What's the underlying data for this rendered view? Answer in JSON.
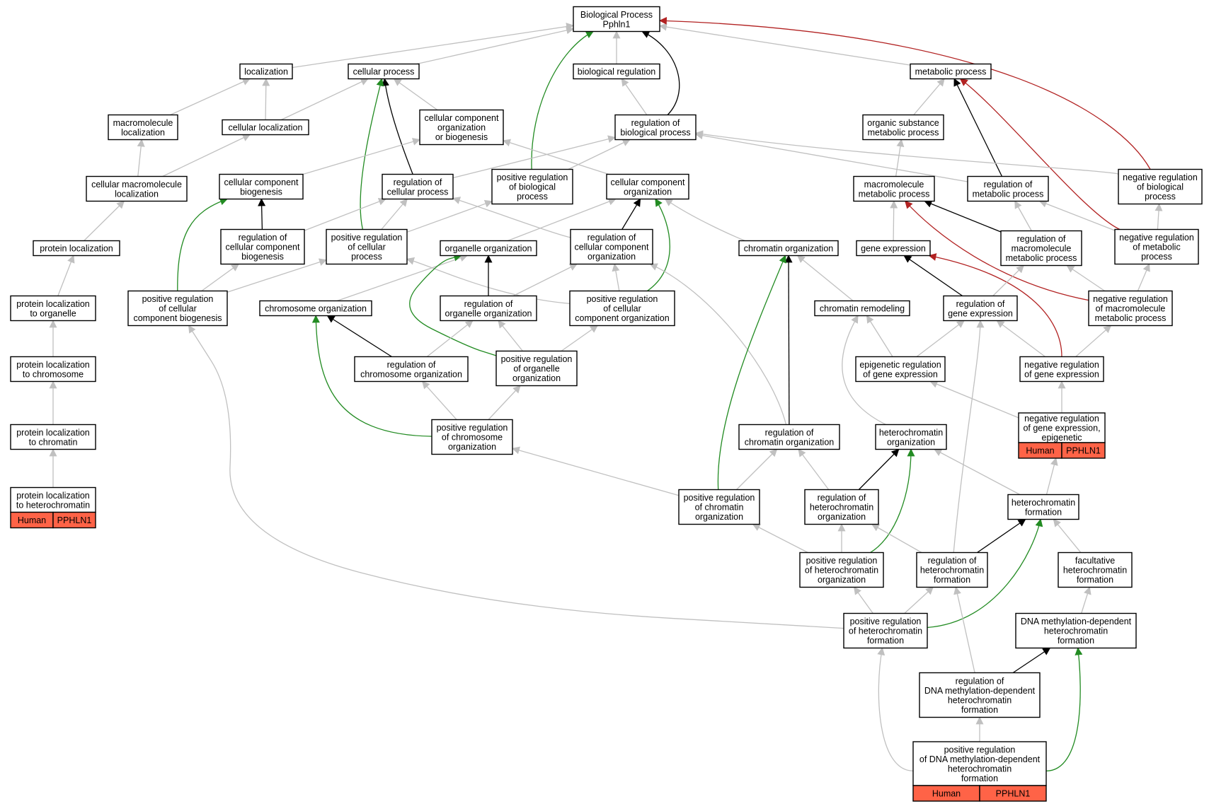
{
  "colors": {
    "is_a": "#c0c0c0",
    "regulates": "#000000",
    "positively_regulates": "#228b22",
    "negatively_regulates": "#b22222",
    "annotation": "#ff6347"
  },
  "nodes": {
    "bp": {
      "lines": [
        "Biological Process",
        "Pphln1"
      ]
    },
    "loc": {
      "lines": [
        "localization"
      ]
    },
    "cp": {
      "lines": [
        "cellular process"
      ]
    },
    "br": {
      "lines": [
        "biological regulation"
      ]
    },
    "mp": {
      "lines": [
        "metabolic process"
      ]
    },
    "mloc": {
      "lines": [
        "macromolecule",
        "localization"
      ]
    },
    "cloc": {
      "lines": [
        "cellular localization"
      ]
    },
    "ccob": {
      "lines": [
        "cellular component",
        "organization",
        "or biogenesis"
      ]
    },
    "rbp": {
      "lines": [
        "regulation of",
        "biological process"
      ]
    },
    "osmp": {
      "lines": [
        "organic substance",
        "metabolic process"
      ]
    },
    "cmloc": {
      "lines": [
        "cellular macromolecule",
        "localization"
      ]
    },
    "ccb": {
      "lines": [
        "cellular component",
        "biogenesis"
      ]
    },
    "rcp": {
      "lines": [
        "regulation of",
        "cellular process"
      ]
    },
    "prbp": {
      "lines": [
        "positive regulation",
        "of biological",
        "process"
      ]
    },
    "cco": {
      "lines": [
        "cellular component",
        "organization"
      ]
    },
    "mmp": {
      "lines": [
        "macromolecule",
        "metabolic process"
      ]
    },
    "rmp": {
      "lines": [
        "regulation of",
        "metabolic process"
      ]
    },
    "nrbp": {
      "lines": [
        "negative regulation",
        "of biological",
        "process"
      ]
    },
    "ploc": {
      "lines": [
        "protein localization"
      ]
    },
    "rccb": {
      "lines": [
        "regulation of",
        "cellular component",
        "biogenesis"
      ]
    },
    "prcp": {
      "lines": [
        "positive regulation",
        "of cellular",
        "process"
      ]
    },
    "oo": {
      "lines": [
        "organelle organization"
      ]
    },
    "rcco": {
      "lines": [
        "regulation of",
        "cellular component",
        "organization"
      ]
    },
    "co": {
      "lines": [
        "chromatin organization"
      ]
    },
    "ge": {
      "lines": [
        "gene expression"
      ]
    },
    "rmmp": {
      "lines": [
        "regulation of",
        "macromolecule",
        "metabolic process"
      ]
    },
    "nrmp": {
      "lines": [
        "negative regulation",
        "of metabolic",
        "process"
      ]
    },
    "plorg": {
      "lines": [
        "protein localization",
        "to organelle"
      ]
    },
    "prccb": {
      "lines": [
        "positive regulation",
        "of cellular",
        "component biogenesis"
      ]
    },
    "chro": {
      "lines": [
        "chromosome organization"
      ]
    },
    "roo": {
      "lines": [
        "regulation of",
        "organelle organization"
      ]
    },
    "prcco": {
      "lines": [
        "positive regulation",
        "of cellular",
        "component organization"
      ]
    },
    "cr": {
      "lines": [
        "chromatin remodeling"
      ]
    },
    "rge": {
      "lines": [
        "regulation of",
        "gene expression"
      ]
    },
    "nrmmp": {
      "lines": [
        "negative regulation",
        "of macromolecule",
        "metabolic process"
      ]
    },
    "plchr": {
      "lines": [
        "protein localization",
        "to chromosome"
      ]
    },
    "rchro": {
      "lines": [
        "regulation of",
        "chromosome organization"
      ]
    },
    "proo": {
      "lines": [
        "positive regulation",
        "of organelle",
        "organization"
      ]
    },
    "erge": {
      "lines": [
        "epigenetic regulation",
        "of gene expression"
      ]
    },
    "nrge": {
      "lines": [
        "negative regulation",
        "of gene expression"
      ]
    },
    "nrgee": {
      "lines": [
        "negative regulation",
        "of gene expression,",
        "epigenetic"
      ],
      "tags": [
        "Human",
        "PPHLN1"
      ]
    },
    "plchrom": {
      "lines": [
        "protein localization",
        "to chromatin"
      ]
    },
    "prchro": {
      "lines": [
        "positive regulation",
        "of chromosome",
        "organization"
      ]
    },
    "rco": {
      "lines": [
        "regulation of",
        "chromatin organization"
      ]
    },
    "ho": {
      "lines": [
        "heterochromatin",
        "organization"
      ]
    },
    "plhet": {
      "lines": [
        "protein localization",
        "to heterochromatin"
      ],
      "tags": [
        "Human",
        "PPHLN1"
      ]
    },
    "prco": {
      "lines": [
        "positive regulation",
        "of chromatin",
        "organization"
      ]
    },
    "rho": {
      "lines": [
        "regulation of",
        "heterochromatin",
        "organization"
      ]
    },
    "hf": {
      "lines": [
        "heterochromatin",
        "formation"
      ]
    },
    "prho": {
      "lines": [
        "positive regulation",
        "of heterochromatin",
        "organization"
      ]
    },
    "rhf": {
      "lines": [
        "regulation of",
        "heterochromatin",
        "formation"
      ]
    },
    "fhf": {
      "lines": [
        "facultative",
        "heterochromatin",
        "formation"
      ]
    },
    "prhf": {
      "lines": [
        "positive regulation",
        "of heterochromatin",
        "formation"
      ]
    },
    "dmhf": {
      "lines": [
        "DNA methylation-dependent",
        "heterochromatin",
        "formation"
      ]
    },
    "rdmhf": {
      "lines": [
        "regulation of",
        "DNA methylation-dependent",
        "heterochromatin",
        "formation"
      ]
    },
    "prdmhf": {
      "lines": [
        "positive regulation",
        "of DNA methylation-dependent",
        "heterochromatin",
        "formation"
      ],
      "tags": [
        "Human",
        "PPHLN1"
      ]
    }
  },
  "edges": [
    {
      "from": "loc",
      "to": "bp",
      "type": "is_a"
    },
    {
      "from": "cp",
      "to": "bp",
      "type": "is_a"
    },
    {
      "from": "br",
      "to": "bp",
      "type": "is_a"
    },
    {
      "from": "mp",
      "to": "bp",
      "type": "is_a"
    },
    {
      "from": "rbp",
      "to": "bp",
      "type": "regulates"
    },
    {
      "from": "prbp",
      "to": "bp",
      "type": "positively_regulates"
    },
    {
      "from": "nrbp",
      "to": "bp",
      "type": "negatively_regulates"
    },
    {
      "from": "mloc",
      "to": "loc",
      "type": "is_a"
    },
    {
      "from": "cloc",
      "to": "loc",
      "type": "is_a"
    },
    {
      "from": "cloc",
      "to": "cp",
      "type": "is_a"
    },
    {
      "from": "ccob",
      "to": "cp",
      "type": "is_a"
    },
    {
      "from": "rcp",
      "to": "cp",
      "type": "regulates"
    },
    {
      "from": "prcp",
      "to": "cp",
      "type": "positively_regulates"
    },
    {
      "from": "rbp",
      "to": "br",
      "type": "is_a"
    },
    {
      "from": "osmp",
      "to": "mp",
      "type": "is_a"
    },
    {
      "from": "rmp",
      "to": "mp",
      "type": "regulates"
    },
    {
      "from": "nrmp",
      "to": "mp",
      "type": "negatively_regulates"
    },
    {
      "from": "cmloc",
      "to": "mloc",
      "type": "is_a"
    },
    {
      "from": "cmloc",
      "to": "cloc",
      "type": "is_a"
    },
    {
      "from": "ccb",
      "to": "ccob",
      "type": "is_a"
    },
    {
      "from": "cco",
      "to": "ccob",
      "type": "is_a"
    },
    {
      "from": "rcp",
      "to": "rbp",
      "type": "is_a"
    },
    {
      "from": "prbp",
      "to": "rbp",
      "type": "is_a"
    },
    {
      "from": "rmp",
      "to": "rbp",
      "type": "is_a"
    },
    {
      "from": "nrbp",
      "to": "rbp",
      "type": "is_a"
    },
    {
      "from": "mmp",
      "to": "osmp",
      "type": "is_a"
    },
    {
      "from": "ploc",
      "to": "cmloc",
      "type": "is_a"
    },
    {
      "from": "rccb",
      "to": "ccb",
      "type": "regulates"
    },
    {
      "from": "prccb",
      "to": "ccb",
      "type": "positively_regulates"
    },
    {
      "from": "rccb",
      "to": "rcp",
      "type": "is_a"
    },
    {
      "from": "prcp",
      "to": "rcp",
      "type": "is_a"
    },
    {
      "from": "rcco",
      "to": "rcp",
      "type": "is_a"
    },
    {
      "from": "prcp",
      "to": "prbp",
      "type": "is_a"
    },
    {
      "from": "oo",
      "to": "cco",
      "type": "is_a"
    },
    {
      "from": "rcco",
      "to": "cco",
      "type": "regulates"
    },
    {
      "from": "prcco",
      "to": "cco",
      "type": "positively_regulates"
    },
    {
      "from": "co",
      "to": "cco",
      "type": "is_a"
    },
    {
      "from": "ge",
      "to": "mmp",
      "type": "is_a"
    },
    {
      "from": "rmmp",
      "to": "mmp",
      "type": "regulates"
    },
    {
      "from": "nrmmp",
      "to": "mmp",
      "type": "negatively_regulates"
    },
    {
      "from": "rmmp",
      "to": "rmp",
      "type": "is_a"
    },
    {
      "from": "nrmp",
      "to": "rmp",
      "type": "is_a"
    },
    {
      "from": "nrmp",
      "to": "nrbp",
      "type": "is_a"
    },
    {
      "from": "plorg",
      "to": "ploc",
      "type": "is_a"
    },
    {
      "from": "prccb",
      "to": "rccb",
      "type": "is_a"
    },
    {
      "from": "prccb",
      "to": "prcp",
      "type": "is_a"
    },
    {
      "from": "prcco",
      "to": "prcp",
      "type": "is_a"
    },
    {
      "from": "chro",
      "to": "oo",
      "type": "is_a"
    },
    {
      "from": "roo",
      "to": "oo",
      "type": "regulates"
    },
    {
      "from": "proo",
      "to": "oo",
      "type": "positively_regulates"
    },
    {
      "from": "roo",
      "to": "rcco",
      "type": "is_a"
    },
    {
      "from": "prcco",
      "to": "rcco",
      "type": "is_a"
    },
    {
      "from": "rco",
      "to": "rcco",
      "type": "is_a"
    },
    {
      "from": "cr",
      "to": "co",
      "type": "is_a"
    },
    {
      "from": "rco",
      "to": "co",
      "type": "regulates"
    },
    {
      "from": "prco",
      "to": "co",
      "type": "positively_regulates"
    },
    {
      "from": "rge",
      "to": "ge",
      "type": "regulates"
    },
    {
      "from": "nrge",
      "to": "ge",
      "type": "negatively_regulates"
    },
    {
      "from": "rge",
      "to": "rmmp",
      "type": "is_a"
    },
    {
      "from": "nrmmp",
      "to": "rmmp",
      "type": "is_a"
    },
    {
      "from": "nrmmp",
      "to": "nrmp",
      "type": "is_a"
    },
    {
      "from": "plchr",
      "to": "plorg",
      "type": "is_a"
    },
    {
      "from": "prhf",
      "to": "prccb",
      "type": "is_a"
    },
    {
      "from": "rchro",
      "to": "chro",
      "type": "regulates"
    },
    {
      "from": "prchro",
      "to": "chro",
      "type": "positively_regulates"
    },
    {
      "from": "proo",
      "to": "roo",
      "type": "is_a"
    },
    {
      "from": "rchro",
      "to": "roo",
      "type": "is_a"
    },
    {
      "from": "proo",
      "to": "prcco",
      "type": "is_a"
    },
    {
      "from": "ho",
      "to": "cr",
      "type": "is_a"
    },
    {
      "from": "erge",
      "to": "cr",
      "type": "is_a"
    },
    {
      "from": "erge",
      "to": "rge",
      "type": "is_a"
    },
    {
      "from": "nrge",
      "to": "rge",
      "type": "is_a"
    },
    {
      "from": "rhf",
      "to": "rge",
      "type": "is_a"
    },
    {
      "from": "nrge",
      "to": "nrmmp",
      "type": "is_a"
    },
    {
      "from": "plchrom",
      "to": "plchr",
      "type": "is_a"
    },
    {
      "from": "prchro",
      "to": "rchro",
      "type": "is_a"
    },
    {
      "from": "prchro",
      "to": "proo",
      "type": "is_a"
    },
    {
      "from": "nrgee",
      "to": "erge",
      "type": "is_a"
    },
    {
      "from": "nrgee",
      "to": "nrge",
      "type": "is_a"
    },
    {
      "from": "plhet",
      "to": "plchrom",
      "type": "is_a"
    },
    {
      "from": "prco",
      "to": "prchro",
      "type": "is_a"
    },
    {
      "from": "prco",
      "to": "rco",
      "type": "is_a"
    },
    {
      "from": "rho",
      "to": "rco",
      "type": "is_a"
    },
    {
      "from": "rho",
      "to": "ho",
      "type": "regulates"
    },
    {
      "from": "prho",
      "to": "ho",
      "type": "positively_regulates"
    },
    {
      "from": "hf",
      "to": "ho",
      "type": "is_a"
    },
    {
      "from": "hf",
      "to": "nrgee",
      "type": "is_a"
    },
    {
      "from": "prho",
      "to": "prco",
      "type": "is_a"
    },
    {
      "from": "prho",
      "to": "rho",
      "type": "is_a"
    },
    {
      "from": "rhf",
      "to": "rho",
      "type": "is_a"
    },
    {
      "from": "rhf",
      "to": "hf",
      "type": "regulates"
    },
    {
      "from": "prhf",
      "to": "hf",
      "type": "positively_regulates"
    },
    {
      "from": "fhf",
      "to": "hf",
      "type": "is_a"
    },
    {
      "from": "prhf",
      "to": "prho",
      "type": "is_a"
    },
    {
      "from": "prhf",
      "to": "rhf",
      "type": "is_a"
    },
    {
      "from": "dmhf",
      "to": "fhf",
      "type": "is_a"
    },
    {
      "from": "rdmhf",
      "to": "rhf",
      "type": "is_a"
    },
    {
      "from": "rdmhf",
      "to": "dmhf",
      "type": "regulates"
    },
    {
      "from": "prdmhf",
      "to": "rdmhf",
      "type": "is_a"
    },
    {
      "from": "prdmhf",
      "to": "prhf",
      "type": "is_a"
    },
    {
      "from": "prdmhf",
      "to": "dmhf",
      "type": "positively_regulates"
    }
  ]
}
